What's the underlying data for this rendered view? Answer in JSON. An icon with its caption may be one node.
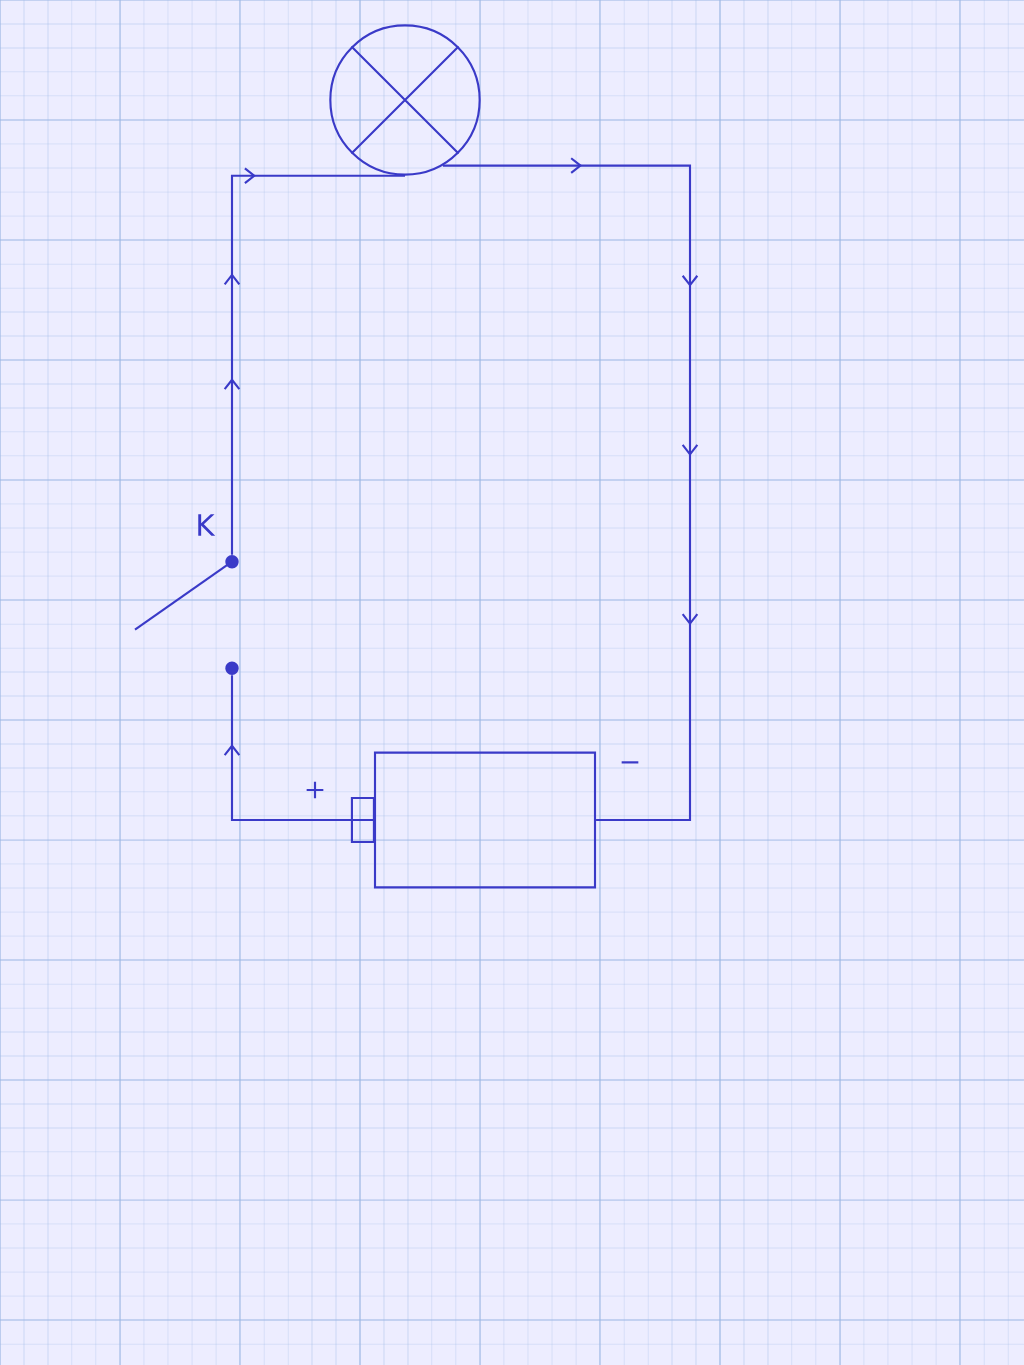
{
  "diagram": {
    "nodes": [
      {
        "text": [],
        "shape": "circle"
      },
      {
        "text": [],
        "shape": "box"
      },
      {
        "text": [],
        "shape": "picture"
      }
    ],
    "edges": [
      {
        "from": 1,
        "to": 2,
        "arrow": "to"
      },
      {
        "from": 2,
        "to": 0,
        "arrow": "to"
      },
      {
        "from": 0,
        "to": 1,
        "arrow": "to"
      }
    ],
    "labels": [
      "K",
      "+",
      "−"
    ]
  }
}
